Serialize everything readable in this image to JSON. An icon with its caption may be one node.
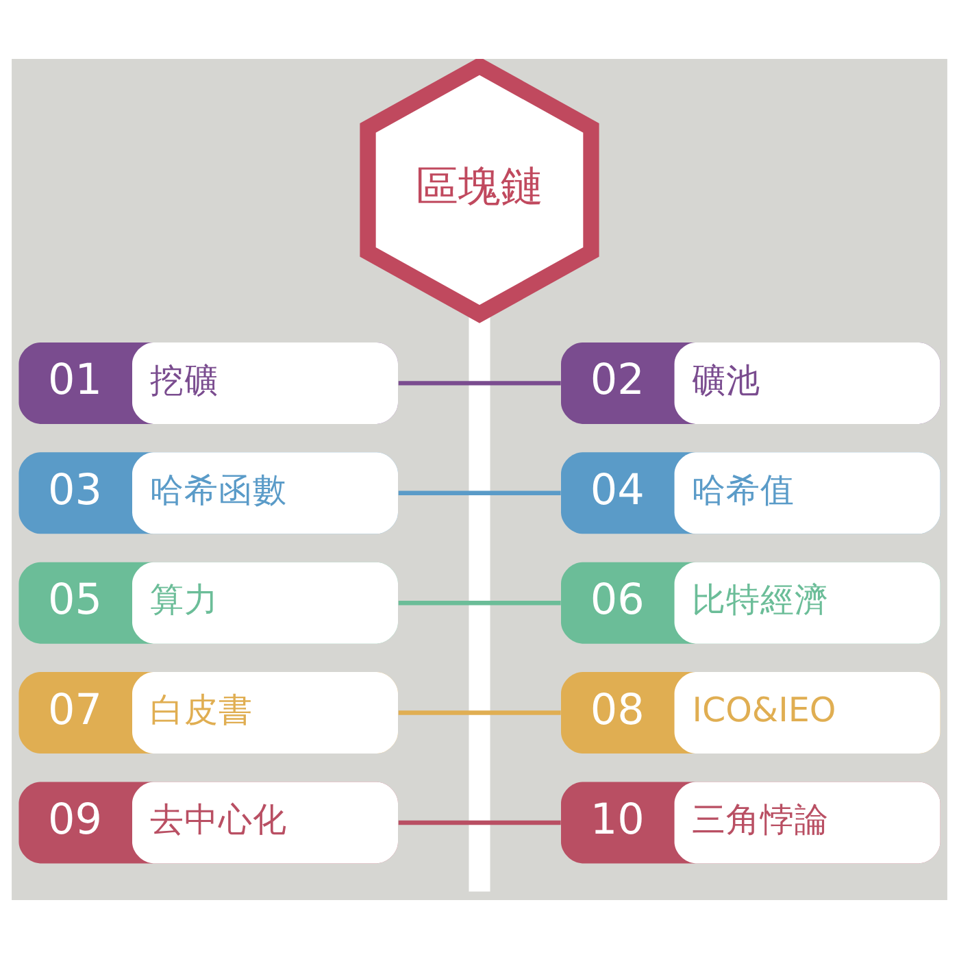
{
  "diagram": {
    "nodes": [
      {
        "text": [
          "區塊鏈"
        ]
      },
      {
        "text": [
          "01",
          "挖礦"
        ]
      },
      {
        "text": [
          "02",
          "礦池"
        ]
      },
      {
        "text": [
          "03",
          "哈希函數"
        ]
      },
      {
        "text": [
          "04",
          "哈希值"
        ]
      },
      {
        "text": [
          "05",
          "算力"
        ]
      },
      {
        "text": [
          "06",
          "比特經濟"
        ]
      },
      {
        "text": [
          "07",
          "白皮書"
        ]
      },
      {
        "text": [
          "08",
          "ICO&IEO"
        ]
      },
      {
        "text": [
          "09",
          "去中心化"
        ]
      },
      {
        "text": [
          "10",
          "三角悖論"
        ]
      }
    ],
    "edges": [
      {
        "from": 0,
        "to": null,
        "arrow": "none",
        "style": "thick",
        "color": "#ffffff"
      },
      {
        "from": 1,
        "to": 2,
        "arrow": "none",
        "color": "#7a4c8f"
      },
      {
        "from": 3,
        "to": 4,
        "arrow": "none",
        "color": "#5a9bc8"
      },
      {
        "from": 5,
        "to": 6,
        "arrow": "none",
        "color": "#6bbd98"
      },
      {
        "from": 7,
        "to": 8,
        "arrow": "none",
        "color": "#e0ae52"
      },
      {
        "from": 9,
        "to": 10,
        "arrow": "none",
        "color": "#b94f63"
      }
    ]
  }
}
